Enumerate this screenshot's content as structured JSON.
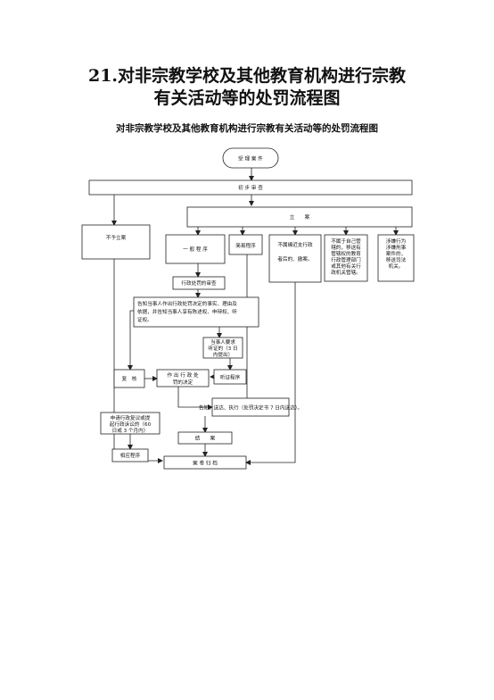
{
  "document": {
    "title_line1": "21.对非宗教学校及其他教育机构进行宗教",
    "title_line2": "有关活动等的处罚流程图",
    "chart_title": "对非宗教学校及其他教育机构进行宗教有关活动等的处罚流程图"
  },
  "flow": {
    "accept": "受 理 案 件",
    "prelim": "初 步 审 查",
    "file_case": "立　　案",
    "no_file": "不予立案",
    "normal": "一 般 程 序",
    "simple": "简易程序",
    "not_violation": [
      "不属褊近支行政",
      "者后的、撤案。"
    ],
    "no_jurisdiction": [
      "不属于自己管",
      "辖的，移送有",
      "管辖权的教育",
      "行政管理部门",
      "或其他有关行",
      "政机关管辖。"
    ],
    "crime": [
      "涉嫌行为",
      "涉嫌刑事",
      "案件的，",
      "移送司法",
      "机关。"
    ],
    "review": "行政处罚的审查",
    "notify": [
      "告知当事人作出行政处罚决定的事实、理由及",
      "依据，并告知当事人享有陈述权、申辩权、听",
      "证权。"
    ],
    "hearing_req": [
      "当事人要求",
      "听证的（3 日",
      "内提出）"
    ],
    "defense": "复　核",
    "decision": [
      "作 出 行 政 处",
      "罚的决定"
    ],
    "hearing": "听证程序",
    "deliver": "告知、送达、执行（处罚决定书 7 日内送达）。",
    "appeal": [
      "申请行政复议或提",
      "起行政诉讼的（60",
      "日或 3 个月内）"
    ],
    "relief": "相应程序",
    "close": "结　　案",
    "archive": "案 卷 归 档"
  }
}
